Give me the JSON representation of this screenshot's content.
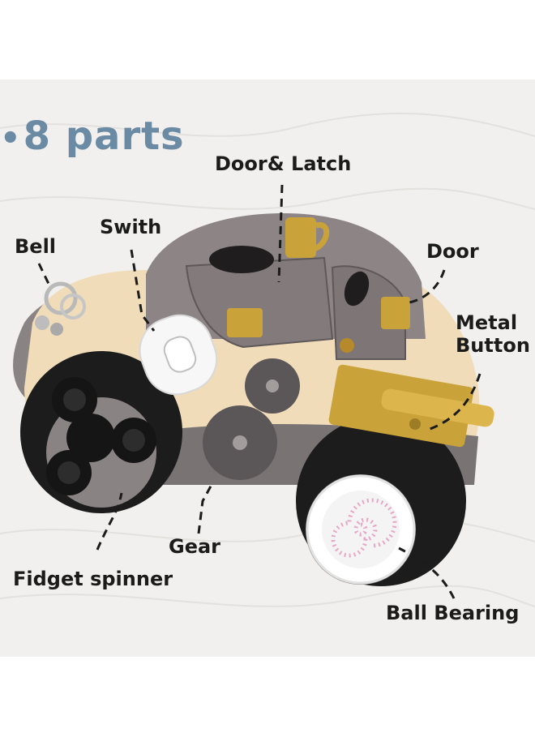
{
  "headline": {
    "bullet": "•",
    "text": "8 parts"
  },
  "labels": {
    "door_latch": "Door& Latch",
    "switch": "Swith",
    "bell": "Bell",
    "door": "Door",
    "metal_button_line1": "Metal",
    "metal_button_line2": "Button",
    "gear": "Gear",
    "fidget_spinner": "Fidget spinner",
    "ball_bearing": "Ball Bearing"
  },
  "colors": {
    "headline": "#6b8aa4",
    "car_body_wood": "#f0dcb8",
    "car_roof_grey": "#8d8485",
    "wheel_black": "#1c1c1c",
    "brass": "#c9a23a"
  }
}
